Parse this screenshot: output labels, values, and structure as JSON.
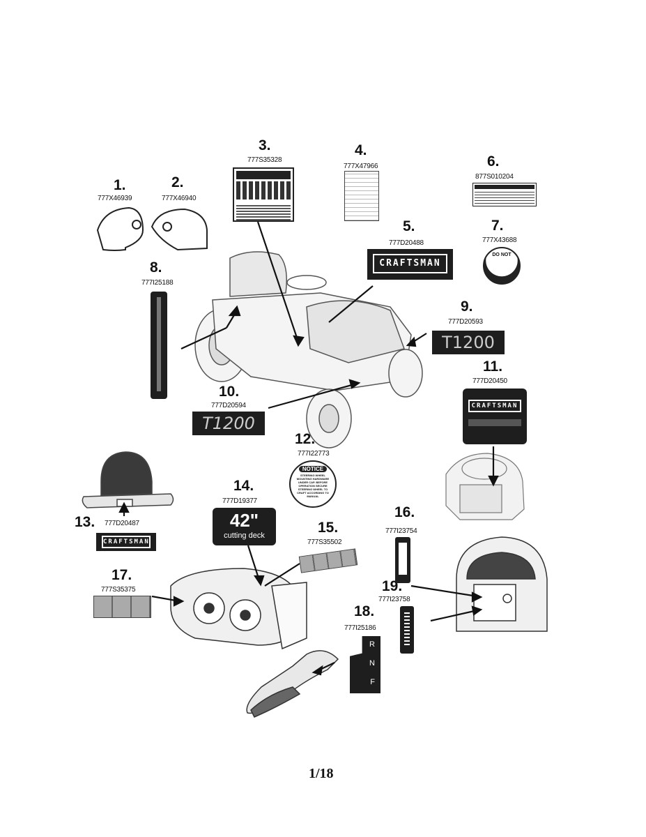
{
  "callouts": [
    {
      "num": "1.",
      "part": "777X46939"
    },
    {
      "num": "2.",
      "part": "777X46940"
    },
    {
      "num": "3.",
      "part": "777S35328"
    },
    {
      "num": "4.",
      "part": "777X47966"
    },
    {
      "num": "5.",
      "part": "777D20488"
    },
    {
      "num": "6.",
      "part": "877S010204"
    },
    {
      "num": "7.",
      "part": "777X43688"
    },
    {
      "num": "8.",
      "part": "777I25188"
    },
    {
      "num": "9.",
      "part": "777D20593"
    },
    {
      "num": "10.",
      "part": "777D20594"
    },
    {
      "num": "11.",
      "part": "777D20450"
    },
    {
      "num": "12.",
      "part": "777I22773"
    },
    {
      "num": "13.",
      "part": "777D20487"
    },
    {
      "num": "14.",
      "part": "777D19377"
    },
    {
      "num": "15.",
      "part": "777S35502"
    },
    {
      "num": "16.",
      "part": "777I23754"
    },
    {
      "num": "17.",
      "part": "777S35375"
    },
    {
      "num": "18.",
      "part": "777I25186"
    },
    {
      "num": "19.",
      "part": "777I23758"
    }
  ],
  "decals": {
    "brand": "CRAFTSMAN",
    "model": "T1200",
    "deck_size": "42\"",
    "deck_label": "cutting deck",
    "notice_title": "NOTICE",
    "notice_text": "STEERING WHEEL MOUNTING HARDWARE UNDER CAP. BEFORE OPERATION SECURE STEERING WHEEL TO CRAFT ACCORDING TO MANUAL",
    "caution_text": "DO NOT",
    "gear_r": "R",
    "gear_n": "N",
    "gear_f": "F"
  },
  "page_number": "1/18"
}
